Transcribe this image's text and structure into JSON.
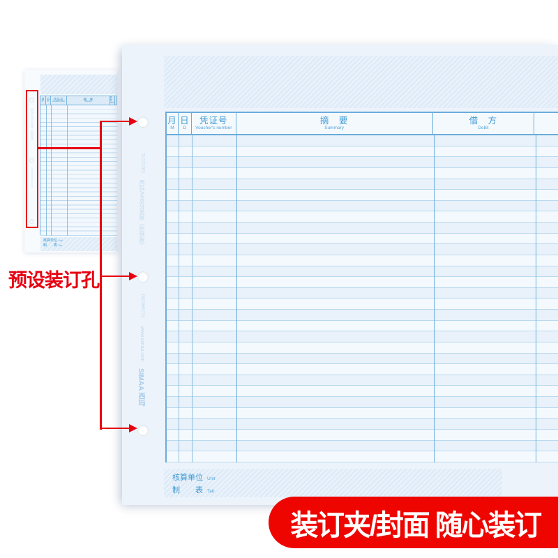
{
  "annotation": {
    "label": "预设装订孔",
    "color": "#e60012"
  },
  "banner": {
    "text": "装订夹/封面 随心装订",
    "bg": "#ee0500",
    "fg": "#ffffff"
  },
  "sheet": {
    "accent_blue": "#3e9ad2",
    "grid_blue": "#69acdc",
    "columns": [
      {
        "cn": "月",
        "en": "M"
      },
      {
        "cn": "日",
        "en": "D"
      },
      {
        "cn": "凭证号",
        "en": "Voucher's number"
      },
      {
        "cn": "摘　要",
        "en": "Summary"
      },
      {
        "cn": "借　方",
        "en": "Debit"
      },
      {
        "cn": "",
        "en": ""
      }
    ],
    "body_rows": 30,
    "footer_lines": [
      {
        "cn": "核算单位",
        "en": "Unit"
      },
      {
        "cn": "制　　表",
        "en": "Tab"
      }
    ],
    "margin_texts": {
      "code": "SJ121011",
      "product": "西玛A4总分类账（防倒账）",
      "barcode": "0823845711",
      "website": "www.simaa.com",
      "brand": "SIMAA 西玛"
    }
  }
}
